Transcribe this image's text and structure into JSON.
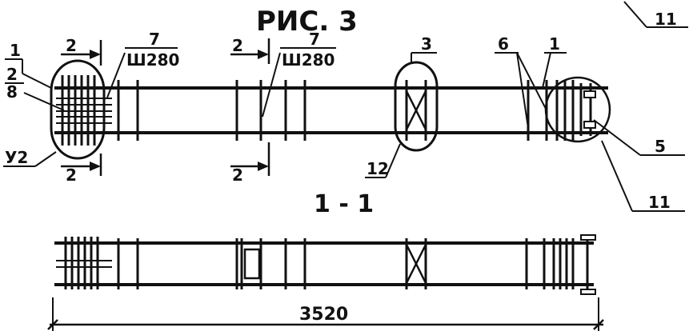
{
  "figure_title": "РИС. 3",
  "section_title": "1 - 1",
  "callouts": {
    "n1_left": "1",
    "n2_left": "2",
    "n8_left": "8",
    "y2": "У2",
    "n7_a": "7",
    "w280_a": "Ш280",
    "n7_b": "7",
    "w280_b": "Ш280",
    "n3": "3",
    "n12": "12",
    "n6": "6",
    "n1_right": "1",
    "n5": "5",
    "n11_top": "11",
    "n11_right": "11"
  },
  "section_marks": {
    "cut_a_top": "2",
    "cut_a_bottom": "2",
    "cut_b_top": "2",
    "cut_b_bottom": "2"
  },
  "dimension": {
    "overall_length": "3520"
  }
}
